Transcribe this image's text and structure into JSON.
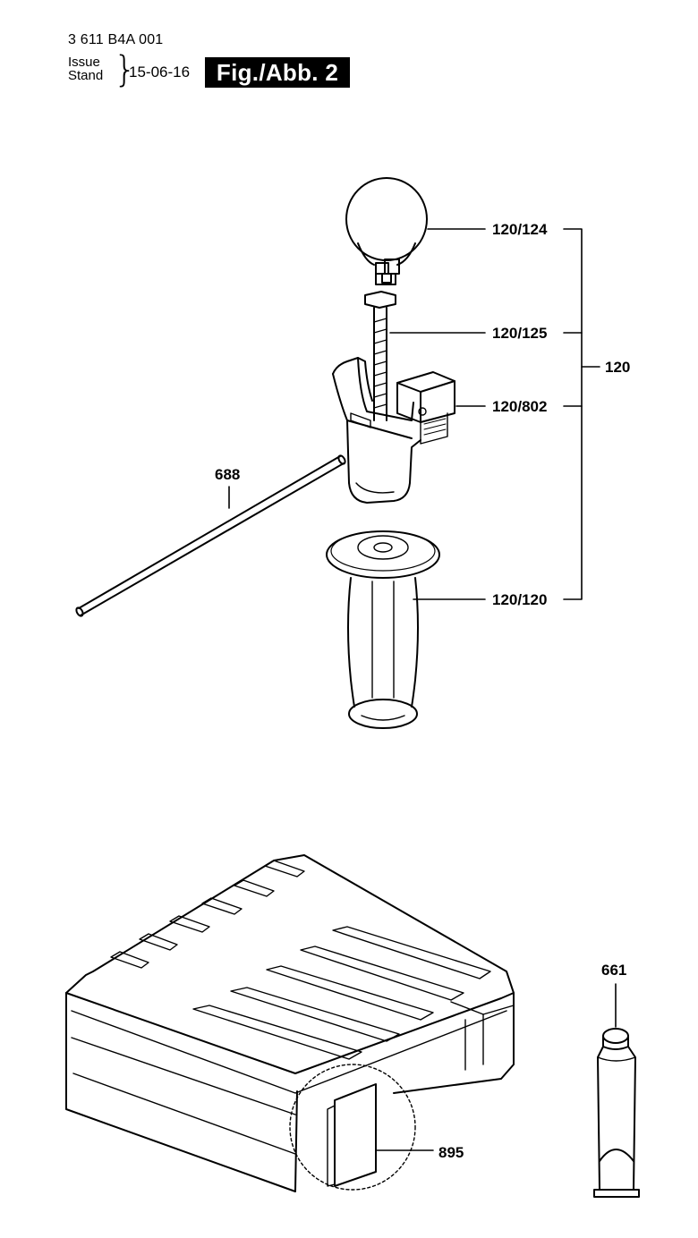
{
  "header": {
    "doc_number": "3 611 B4A 001",
    "issue_label": "Issue",
    "stand_label": "Stand",
    "date": "15-06-16",
    "figure_label": "Fig./Abb. 2"
  },
  "callouts": {
    "c120_124": "120/124",
    "c120_125": "120/125",
    "c120_802": "120/802",
    "c120_120": "120/120",
    "c120": "120",
    "c688": "688",
    "c661": "661",
    "c895": "895"
  }
}
